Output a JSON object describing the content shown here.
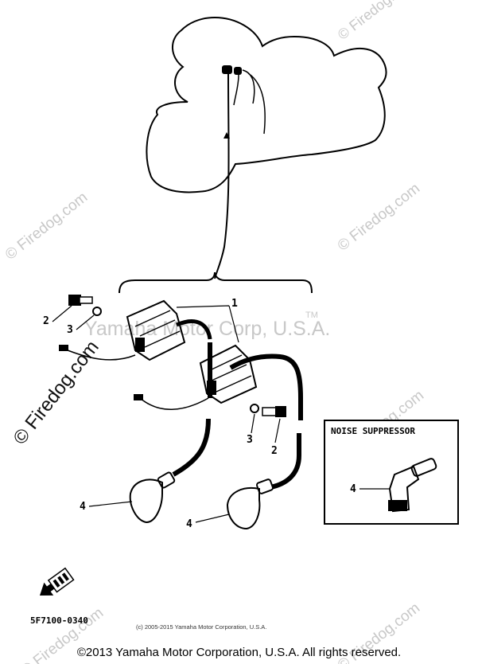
{
  "watermarks": {
    "brand": "© Firedog.com",
    "center": "Yamaha Motor Corp, U.S.A.",
    "tm": "TM"
  },
  "callouts": {
    "ignition_coil": "1",
    "bolt_left": "2",
    "bolt_right": "2",
    "washer_left": "3",
    "washer_right": "3",
    "plug_cap_left": "4",
    "plug_cap_right": "4",
    "suppressor_cap": "4"
  },
  "inset": {
    "title": "NOISE SUPPRESSOR"
  },
  "part_code": "5F7100-0340",
  "fine_copyright": "(c) 2005-2015 Yamaha Motor Corporation, U.S.A.",
  "footer_copyright": "©2013 Yamaha Motor Corporation, U.S.A. All rights reserved."
}
